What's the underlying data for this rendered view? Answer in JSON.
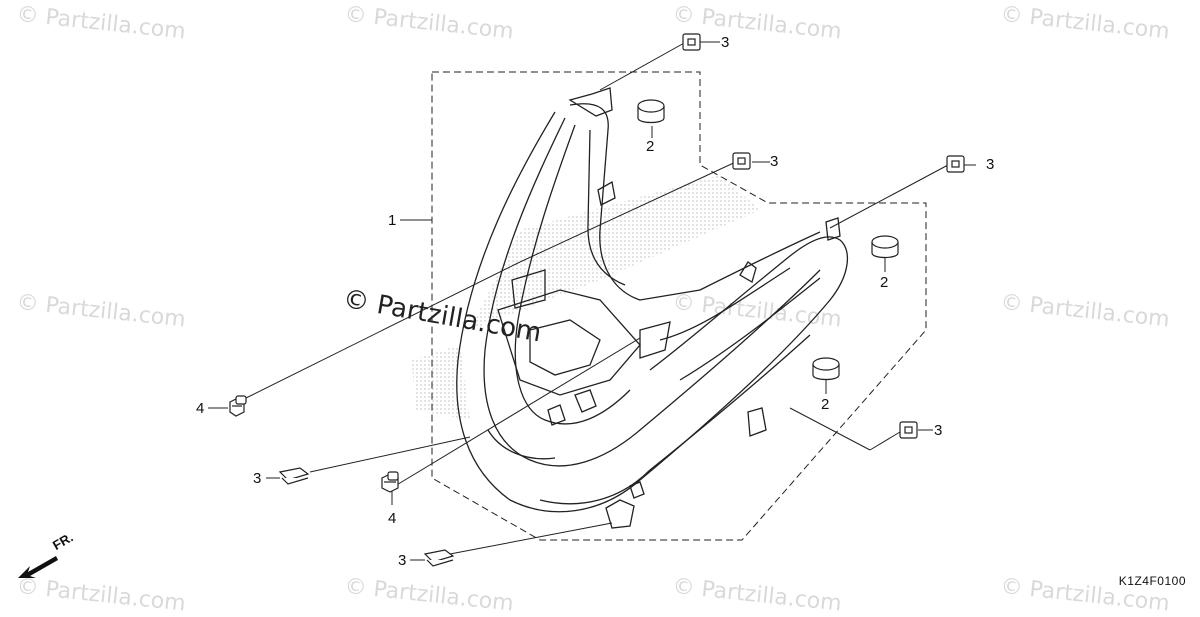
{
  "watermarks": {
    "text": "© Partzilla.com",
    "positions_note": ""
  },
  "center_watermark": "© Partzilla.com",
  "callouts": {
    "c1": "1",
    "c2a": "2",
    "c2b": "2",
    "c2c": "2",
    "c3a": "3",
    "c3b": "3",
    "c3c": "3",
    "c3d": "3",
    "c3e": "3",
    "c3f": "3",
    "c4a": "4",
    "c4b": "4"
  },
  "direction_label": "FR.",
  "diagram_code": "K1Z4F0100",
  "colors": {
    "line": "#222222",
    "watermark": "#d9d9d9",
    "stipple": "#b0b0b0"
  }
}
